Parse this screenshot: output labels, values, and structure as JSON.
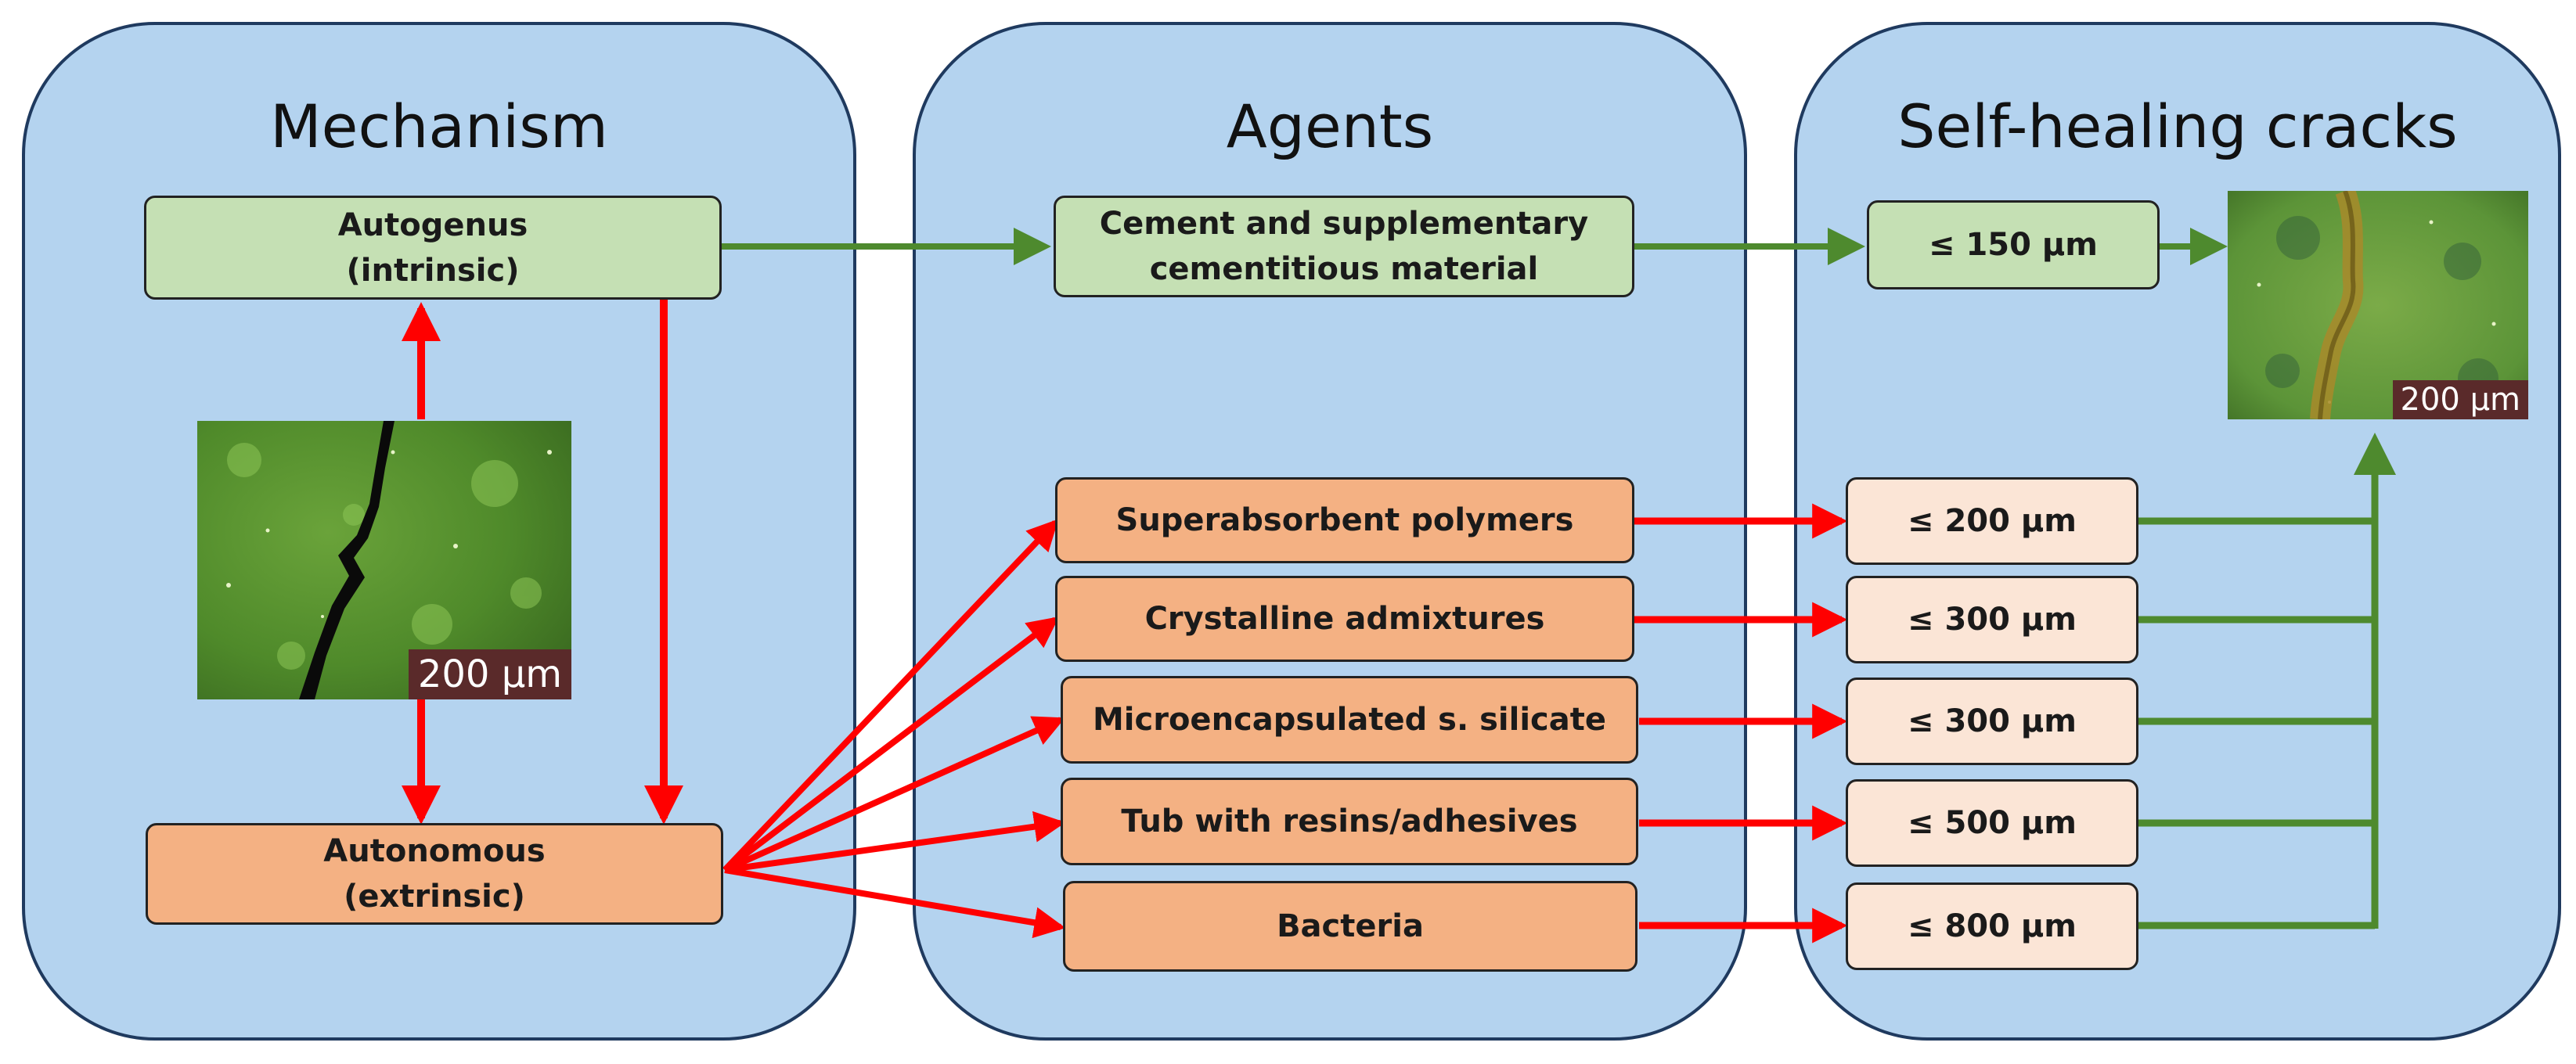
{
  "panels": {
    "mechanism": "Mechanism",
    "agents": "Agents",
    "self_healing": "Self-healing cracks"
  },
  "mechanism": {
    "autogenus": [
      "Autogenus",
      "(intrinsic)"
    ],
    "autonomous": [
      "Autonomous",
      "(extrinsic)"
    ],
    "crack_scale": "200 µm"
  },
  "agents": {
    "cement": [
      "Cement and supplementary",
      "cementitious material"
    ],
    "items": [
      "Superabsorbent polymers",
      "Crystalline admixtures",
      "Microencapsulated s. silicate",
      "Tub with resins/adhesives",
      "Bacteria"
    ]
  },
  "cracks": {
    "cement_width": "≤ 150 µm",
    "widths": [
      "≤ 200 µm",
      "≤ 300 µm",
      "≤ 300 µm",
      "≤ 500 µm",
      "≤ 800 µm"
    ],
    "healed_scale": "200 µm"
  },
  "colors": {
    "panel": "#b4d3ef",
    "green_box": "#c5e0b4",
    "orange_box": "#f4b183",
    "pale_box": "#fbe5d6",
    "green_arrow": "#4e8a2e",
    "red_arrow": "#ff0000"
  }
}
